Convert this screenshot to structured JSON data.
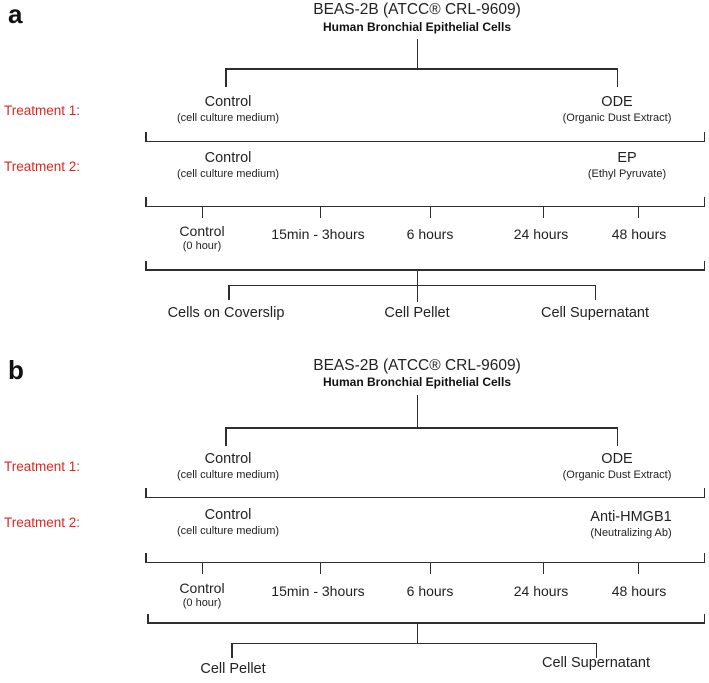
{
  "figure": {
    "line_color": "#2e2e2e",
    "accent_red": "#e0251f",
    "background": "#ffffff"
  },
  "panel_a": {
    "letter": "a",
    "title": "BEAS-2B (ATCC® CRL-9609)",
    "subtitle": "Human Bronchial Epithelial Cells",
    "treatment1": {
      "label": "Treatment 1:",
      "left": {
        "name": "Control",
        "detail": "(cell culture medium)"
      },
      "right": {
        "name": "ODE",
        "detail": "(Organic Dust Extract)"
      }
    },
    "treatment2": {
      "label": "Treatment 2:",
      "left": {
        "name": "Control",
        "detail": "(cell culture medium)"
      },
      "right": {
        "name": "EP",
        "detail": "(Ethyl Pyruvate)"
      }
    },
    "timepoints": [
      {
        "name": "Control",
        "detail": "(0 hour)"
      },
      {
        "name": "15min - 3hours"
      },
      {
        "name": "6 hours"
      },
      {
        "name": "24 hours"
      },
      {
        "name": "48 hours"
      }
    ],
    "outputs": [
      "Cells on Coverslip",
      "Cell Pellet",
      "Cell Supernatant"
    ]
  },
  "panel_b": {
    "letter": "b",
    "title": "BEAS-2B (ATCC® CRL-9609)",
    "subtitle": "Human Bronchial Epithelial Cells",
    "treatment1": {
      "label": "Treatment 1:",
      "left": {
        "name": "Control",
        "detail": "(cell culture medium)"
      },
      "right": {
        "name": "ODE",
        "detail": "(Organic Dust Extract)"
      }
    },
    "treatment2": {
      "label": "Treatment 2:",
      "left": {
        "name": "Control",
        "detail": "(cell culture medium)"
      },
      "right": {
        "name": "Anti-HMGB1",
        "detail": "(Neutralizing Ab)"
      }
    },
    "timepoints": [
      {
        "name": "Control",
        "detail": "(0 hour)"
      },
      {
        "name": "15min - 3hours"
      },
      {
        "name": "6 hours"
      },
      {
        "name": "24 hours"
      },
      {
        "name": "48 hours"
      }
    ],
    "outputs": [
      "Cell Pellet",
      "Cell Supernatant"
    ]
  }
}
